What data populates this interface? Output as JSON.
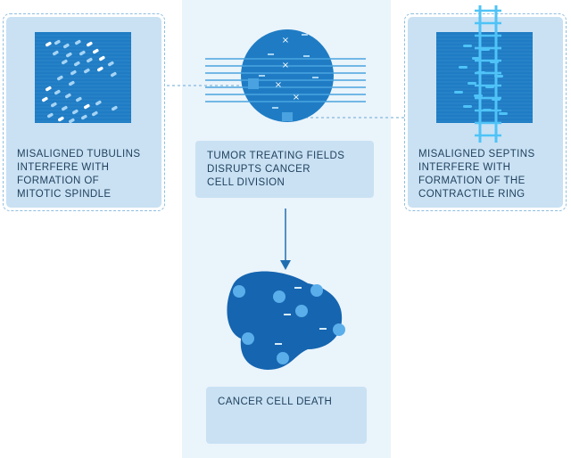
{
  "panels": {
    "left_label": "MISALIGNED TUBULINS\nINTERFERE WITH\nFORMATION OF\nMITOTIC SPINDLE",
    "right_label": "MISALIGNED SEPTINS\nINTERFERE WITH\nFORMATION OF THE\nCONTRACTILE RING"
  },
  "center": {
    "division_label": "TUMOR TREATING FIELDS\nDISRUPTS CANCER\nCELL DIVISION",
    "death_label": "CANCER CELL DEATH"
  },
  "colors": {
    "dark_blue": "#1f7cc4",
    "deep_blue": "#1565b0",
    "light_blue": "#c9e1f3",
    "pale_blue": "#eaf4fb",
    "accent_cyan": "#4fc3f7",
    "dashed": "#8ebee0"
  },
  "icons": [
    "cross-mark-icon",
    "arrow-down-icon"
  ]
}
